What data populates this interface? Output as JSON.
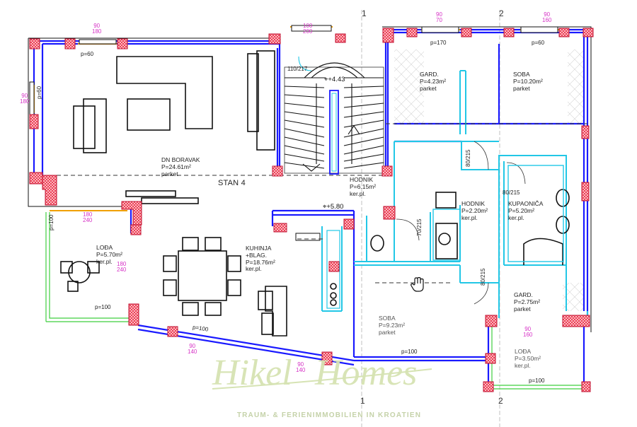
{
  "axes": {
    "top_1": "1",
    "top_2": "2",
    "bottom_1": "1",
    "bottom_2": "2"
  },
  "unit_name": "STAN 4",
  "rooms": {
    "living": {
      "name": "DN BORAVAK",
      "area": "P=24.61m²",
      "floor": "parket"
    },
    "gard1": {
      "name": "GARD.",
      "area": "P=4.23m²",
      "floor": "parket"
    },
    "soba1": {
      "name": "SOBA",
      "area": "P=10.20m²",
      "floor": "parket"
    },
    "hodnik1": {
      "name": "HODNIK",
      "area": "P=6.15m²",
      "floor": "ker.pl."
    },
    "hodnik2": {
      "name": "HODNIK",
      "area": "P=2.20m²",
      "floor": "ker.pl."
    },
    "kupaonica": {
      "name": "KUPAONIČA",
      "area": "P=5.20m²",
      "floor": "ker.pl."
    },
    "loda1": {
      "name": "LOĐA",
      "area": "P=5.70m²",
      "floor": "ker.pl."
    },
    "kuhinja": {
      "name_line1": "KUHINJA",
      "name_line2": "+BLAG.",
      "area": "P=18.76m²",
      "floor": "ker.pl."
    },
    "gard2": {
      "name": "GARD.",
      "area": "P=2.75m²",
      "floor": "parket"
    },
    "soba2": {
      "name": "SOBA",
      "area": "P=9.23m²",
      "floor": "parket"
    },
    "loda2": {
      "name": "LOĐA",
      "area": "P=3.50m²",
      "floor": "ker.pl."
    }
  },
  "levels": {
    "stair_top": "+4.43",
    "entry": "+5.80"
  },
  "window_tags": {
    "w_top_left": {
      "a": "90",
      "b": "180"
    },
    "w_left": {
      "a": "90",
      "b": "180"
    },
    "w_top_mid": {
      "a": "100",
      "b": "200"
    },
    "w_top_r1": {
      "a": "90",
      "b": "70"
    },
    "w_top_r2": {
      "a": "90",
      "b": "160"
    },
    "w_loda": {
      "a": "180",
      "b": "240"
    },
    "w_loda_inner": {
      "a": "180",
      "b": "240"
    },
    "w_diag1": {
      "a": "90",
      "b": "140"
    },
    "w_diag2": {
      "a": "90",
      "b": "140"
    },
    "w_right": {
      "a": "90",
      "b": "160"
    }
  },
  "dims": {
    "p60_top_left": "p=60",
    "p60_left": "p=60",
    "p170": "p=170",
    "p60_top_right": "p=60",
    "door_110": "110/217",
    "door_80_1": "80/215",
    "door_80_2": "80/215",
    "door_70": "70/215",
    "door_80_3": "80/215",
    "p100_loda": "p=100",
    "p100_loda_bottom": "p=100",
    "p100_diag": "p=100",
    "p100_soba2": "p=100",
    "p100_loda2": "p=100"
  },
  "brand": {
    "name_part1": "Hikel",
    "name_part2": "Homes",
    "tagline": "TRAUM- & FERIENIMMOBILIEN IN KROATIEN"
  },
  "colors": {
    "wall": "#1a1aff",
    "column": "#e8223a",
    "cyan": "#22c7e6",
    "magenta": "#d633c6",
    "green": "#3fcf3f",
    "orange": "#f0a000",
    "logo": "#d6e3b3"
  }
}
